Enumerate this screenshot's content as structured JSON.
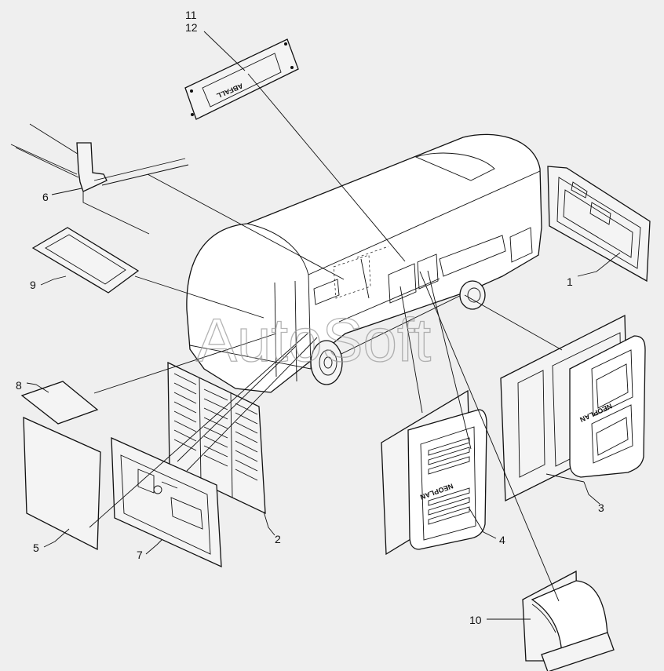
{
  "watermark": "AutoSoft",
  "plates": {
    "top_plate_text": "ABFALL",
    "door_plate_text": "NEOPLAN"
  },
  "callouts": [
    {
      "id": "1",
      "label": "1"
    },
    {
      "id": "2",
      "label": "2"
    },
    {
      "id": "3",
      "label": "3"
    },
    {
      "id": "4",
      "label": "4"
    },
    {
      "id": "5",
      "label": "5"
    },
    {
      "id": "6",
      "label": "6"
    },
    {
      "id": "7",
      "label": "7"
    },
    {
      "id": "8",
      "label": "8"
    },
    {
      "id": "9",
      "label": "9"
    },
    {
      "id": "10",
      "label": "10"
    },
    {
      "id": "11",
      "label": "11"
    },
    {
      "id": "12",
      "label": "12"
    }
  ]
}
